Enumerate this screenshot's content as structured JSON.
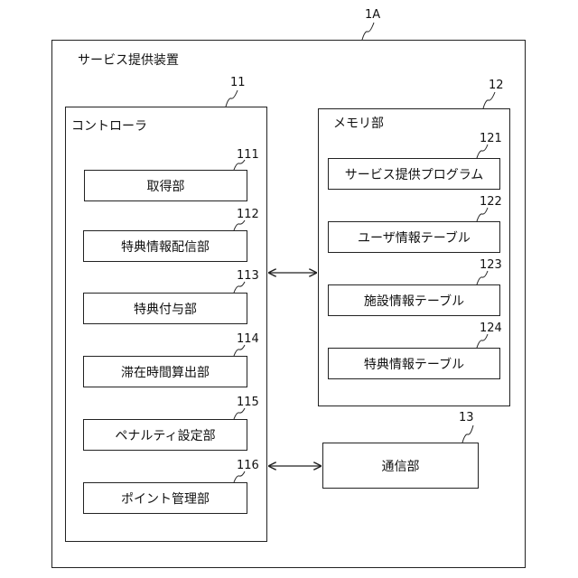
{
  "device": {
    "ref": "1A",
    "title": "サービス提供装置"
  },
  "controller": {
    "ref": "11",
    "title": "コントローラ",
    "units": [
      {
        "ref": "111",
        "label": "取得部"
      },
      {
        "ref": "112",
        "label": "特典情報配信部"
      },
      {
        "ref": "113",
        "label": "特典付与部"
      },
      {
        "ref": "114",
        "label": "滞在時間算出部"
      },
      {
        "ref": "115",
        "label": "ペナルティ設定部"
      },
      {
        "ref": "116",
        "label": "ポイント管理部"
      }
    ]
  },
  "memory": {
    "ref": "12",
    "title": "メモリ部",
    "items": [
      {
        "ref": "121",
        "label": "サービス提供プログラム"
      },
      {
        "ref": "122",
        "label": "ユーザ情報テーブル"
      },
      {
        "ref": "123",
        "label": "施設情報テーブル"
      },
      {
        "ref": "124",
        "label": "特典情報テーブル"
      }
    ]
  },
  "communication": {
    "ref": "13",
    "label": "通信部"
  }
}
